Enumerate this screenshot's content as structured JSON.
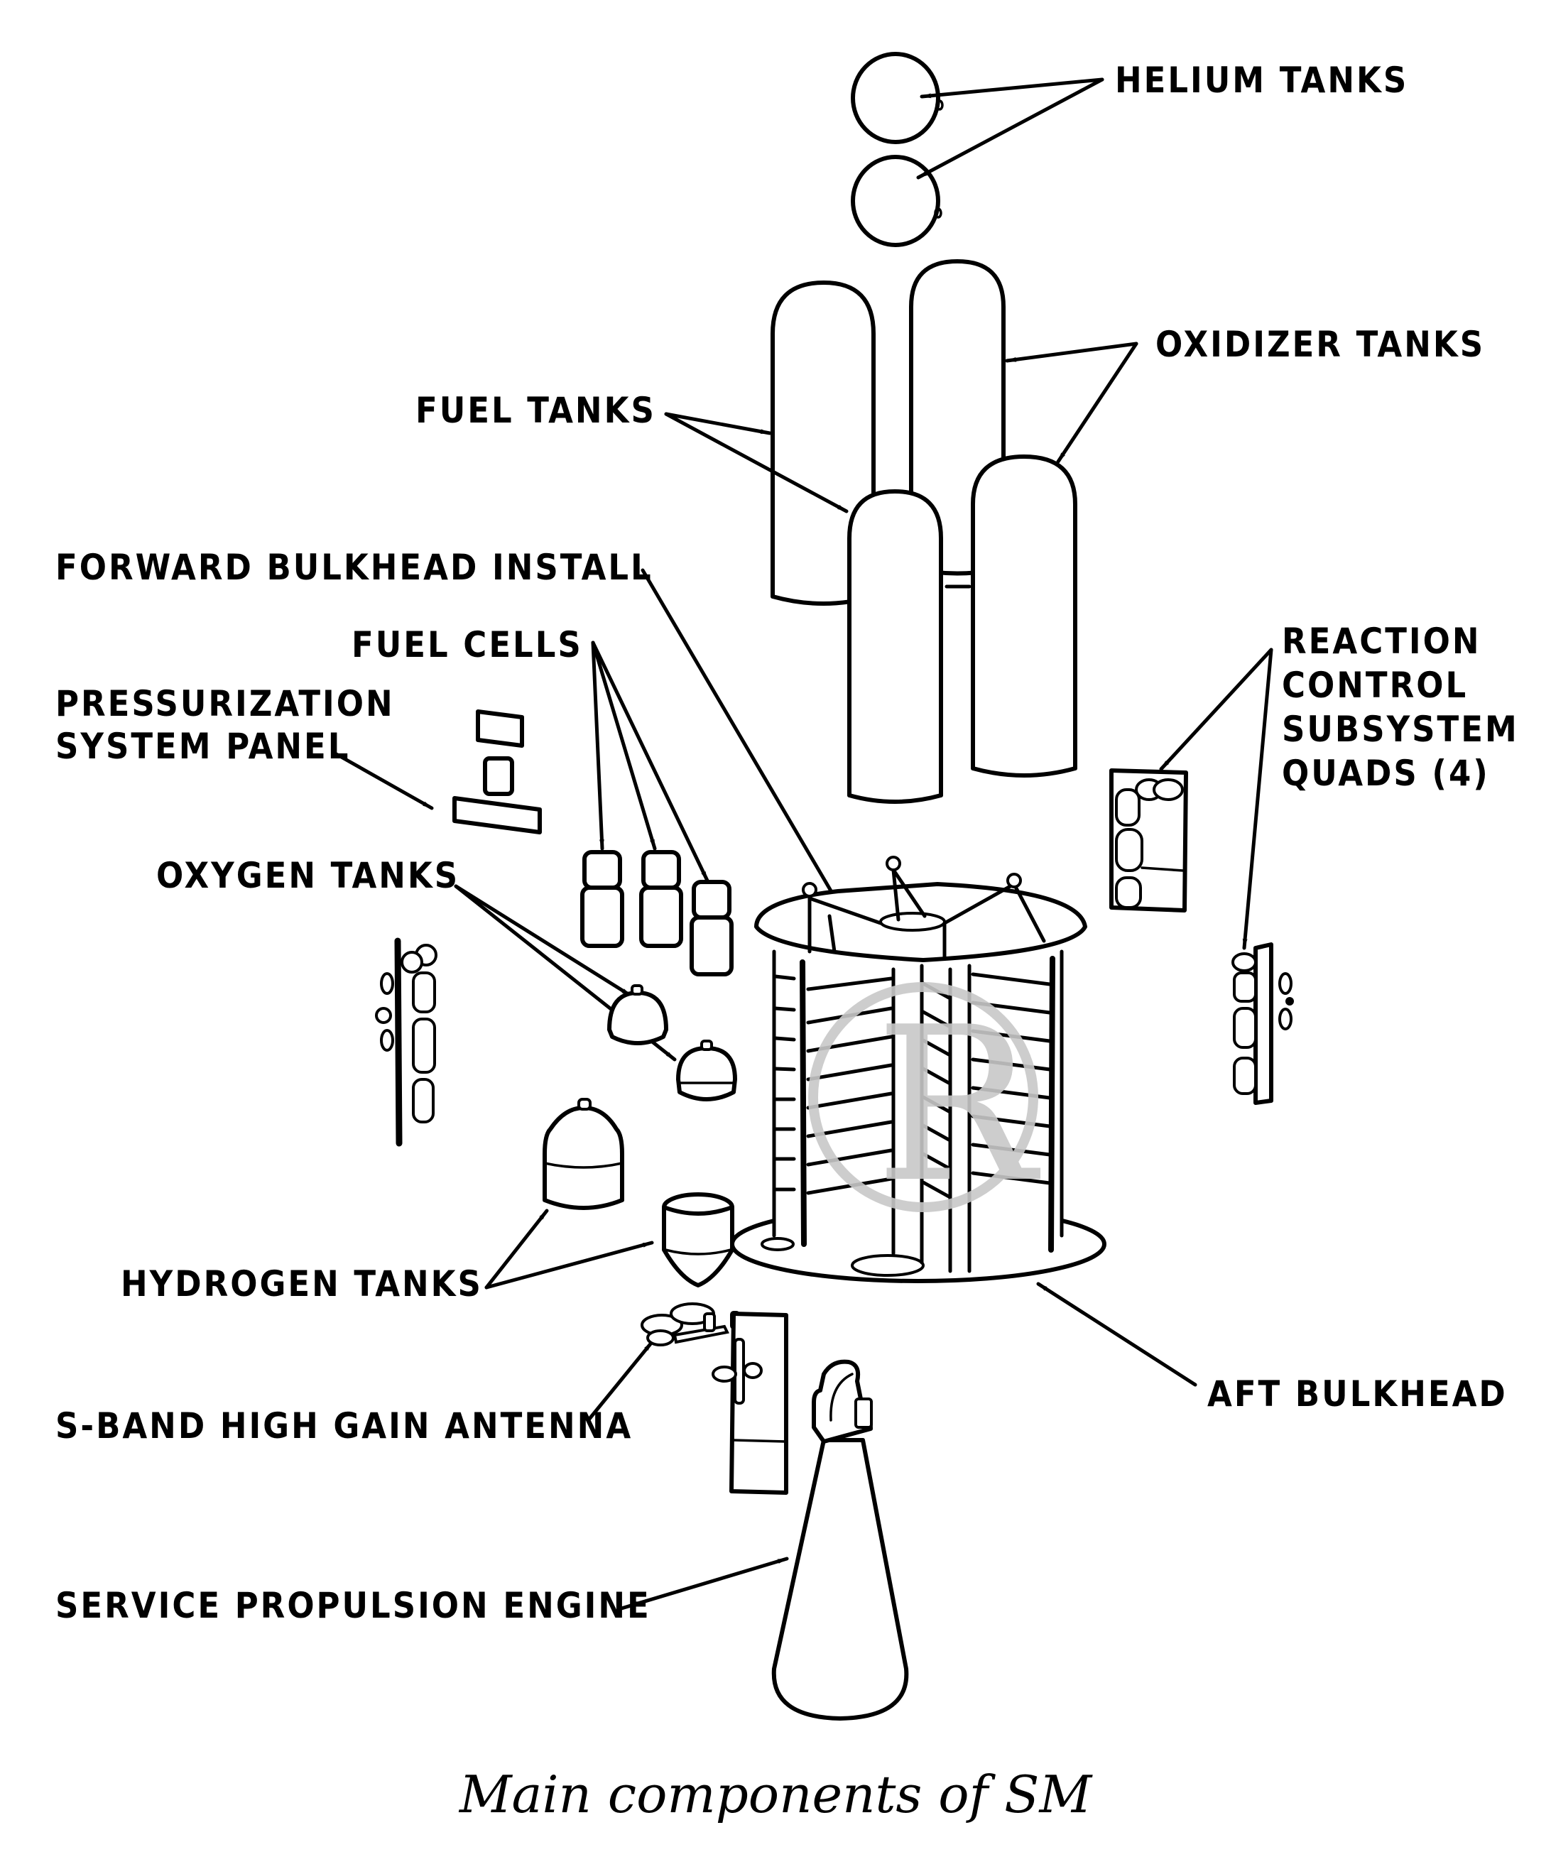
{
  "title": "Main components of SM",
  "colors": {
    "ink": "#000000",
    "background": "#ffffff",
    "watermark": "#c8c8c8"
  },
  "labels": {
    "helium_tanks": "HELIUM TANKS",
    "oxidizer_tanks": "OXIDIZER TANKS",
    "fuel_tanks": "FUEL TANKS",
    "forward_bulkhead": "FORWARD BULKHEAD INSTALL",
    "fuel_cells": "FUEL CELLS",
    "pressurization_line1": "PRESSURIZATION",
    "pressurization_line2": "SYSTEM PANEL",
    "reaction_line1": "REACTION",
    "reaction_line2": "CONTROL",
    "reaction_line3": "SUBSYSTEM",
    "reaction_line4": "QUADS (4)",
    "oxygen_tanks": "OXYGEN TANKS",
    "hydrogen_tanks": "HYDROGEN TANKS",
    "sband_antenna": "S-BAND HIGH GAIN ANTENNA",
    "aft_bulkhead": "AFT BULKHEAD",
    "service_engine": "SERVICE PROPULSION ENGINE"
  },
  "watermark": {
    "icon": "copyright-circle-watermark"
  }
}
